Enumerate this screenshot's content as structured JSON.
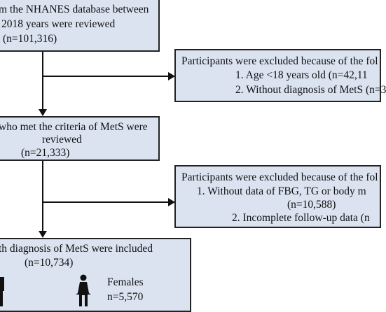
{
  "box1": {
    "lines": [
      "m the NHANES database between",
      "2018 years were reviewed",
      "(n=101,316)"
    ]
  },
  "exclude1": {
    "lines": [
      "Participants were excluded because of the fol",
      "1.   Age <18 years old (n=42,11",
      "2.   Without diagnosis of MetS (n=3"
    ]
  },
  "box2": {
    "lines": [
      "who met the criteria of MetS were",
      "reviewed",
      "(n=21,333)"
    ]
  },
  "exclude2": {
    "lines": [
      "Participants were excluded because of the fol",
      "1.   Without data of FBG, TG or body m",
      "(n=10,588)",
      "2.   Incomplete follow-up data (n"
    ]
  },
  "box3": {
    "lines": [
      "th diagnosis of MetS were included",
      "(n=10,734)"
    ],
    "females_label": "Females",
    "females_count": "n=5,570"
  },
  "colors": {
    "box_fill": "#dbe3f1",
    "border": "#222222",
    "text": "#111111"
  },
  "icons": [
    "male-person-icon",
    "female-person-icon"
  ]
}
